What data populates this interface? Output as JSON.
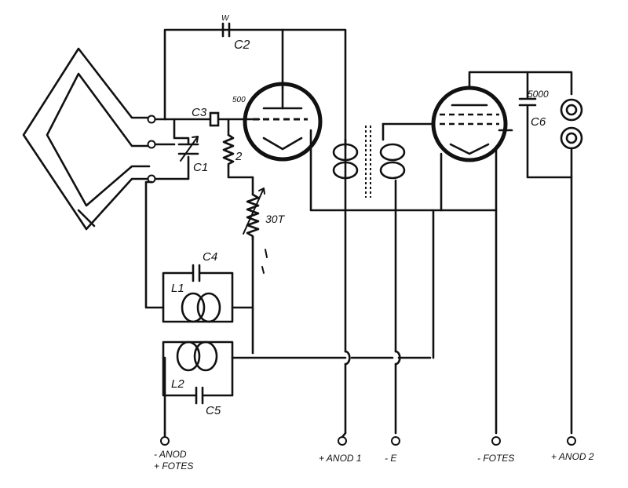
{
  "labels": {
    "c1": "C1",
    "c2": "C2",
    "c2_value": "W",
    "c3": "C3",
    "c3_value": "500",
    "r2": "2",
    "r30": "30T",
    "c4": "C4",
    "c5": "C5",
    "c6": "C6",
    "c6_value": "5000",
    "l1": "L1",
    "l2": "L2"
  },
  "terminals": {
    "t1_line1": "- ANOD",
    "t1_line2": "+ FOTES",
    "t2": "+ ANOD 1",
    "t3": "- E",
    "t4": "- FOTES",
    "t5": "+ ANOD 2"
  }
}
